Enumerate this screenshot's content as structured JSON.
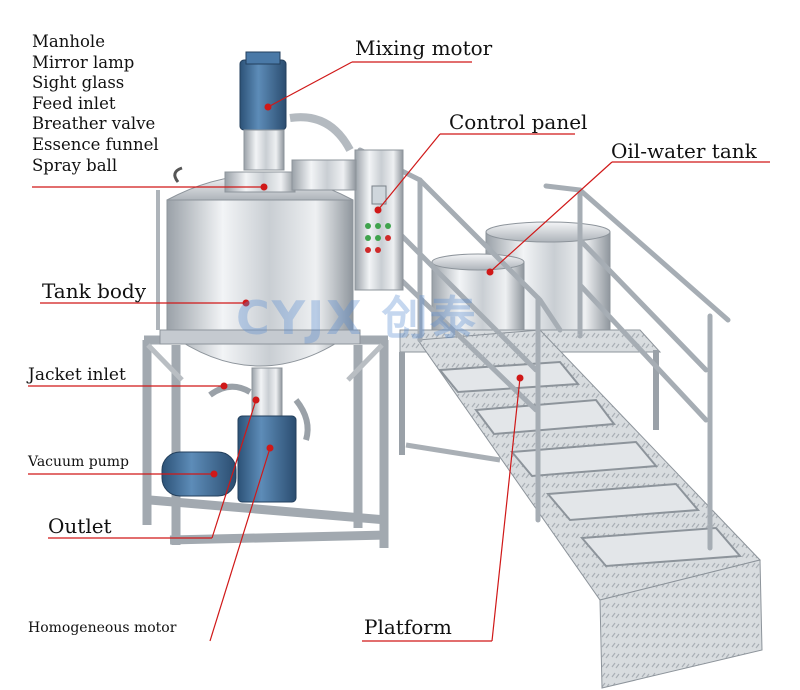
{
  "labels": {
    "manhole": "Manhole",
    "mirror_lamp": "Mirror lamp",
    "sight_glass": "Sight glass",
    "feed_inlet": "Feed inlet",
    "breather_valve": "Breather valve",
    "essence_funnel": "Essence funnel",
    "spray_ball": "Spray ball",
    "mixing_motor": "Mixing motor",
    "control_panel": "Control panel",
    "oil_water_tank": "Oil-water tank",
    "tank_body": "Tank body",
    "jacket_inlet": "Jacket inlet",
    "vacuum_pump": "Vacuum pump",
    "outlet": "Outlet",
    "homogeneous_motor": "Homogeneous motor",
    "platform": "Platform"
  },
  "watermark": "CYJX 创泰",
  "colors": {
    "leader_line": "#d01818",
    "steel_light": "#e6e9ec",
    "steel_dark": "#8d949b",
    "motor_blue": "#3c6a97"
  }
}
